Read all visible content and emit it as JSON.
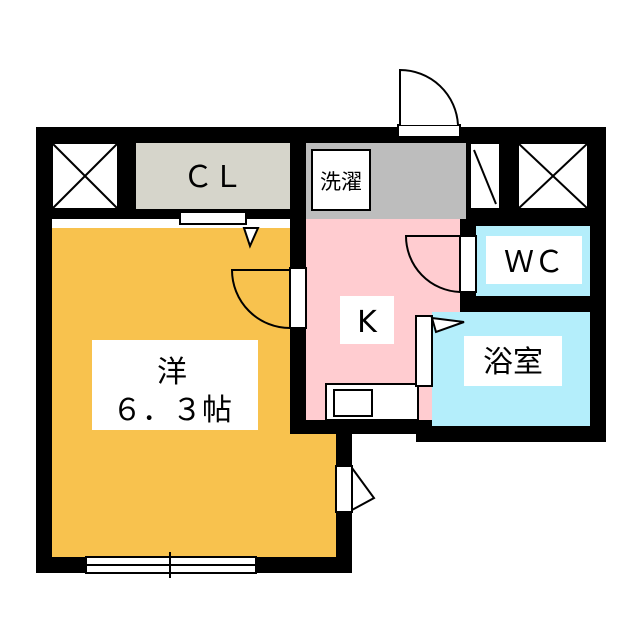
{
  "floorplan": {
    "rooms": {
      "western": {
        "name": "洋",
        "size": "６．３帖",
        "color": "#F8C24E"
      },
      "kitchen": {
        "name": "K",
        "color": "#FFCCD0"
      },
      "closet": {
        "name": "ＣＬ",
        "color": "#D6D5CB"
      },
      "laundry": {
        "name": "洗濯",
        "color": "#BDBDBD"
      },
      "toilet": {
        "name": "ＷＣ",
        "color": "#B4EEFB"
      },
      "bath": {
        "name": "浴室",
        "color": "#B4EEFB"
      }
    },
    "colors": {
      "wall": "#000000",
      "void": "#FFFFFF",
      "label_bg": "#FFFFFF"
    }
  }
}
